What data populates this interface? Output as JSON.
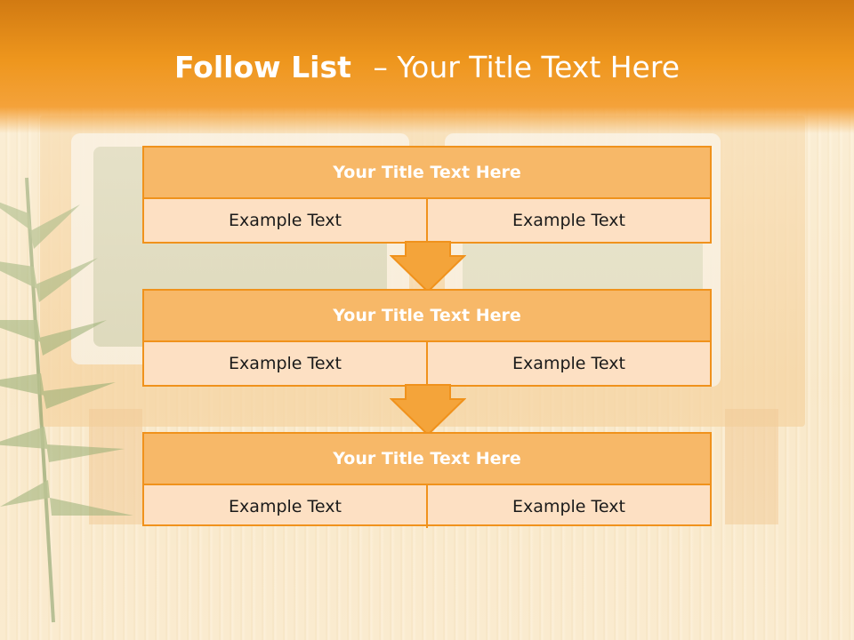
{
  "slide": {
    "title_bold": "Follow List",
    "title_rest": "– Your Title Text Here"
  },
  "blocks": [
    {
      "title": "Your Title Text Here",
      "left": "Example Text",
      "right": "Example Text"
    },
    {
      "title": "Your Title Text Here",
      "left": "Example Text",
      "right": "Example Text"
    },
    {
      "title": "Your Title Text Here",
      "left": "Example Text",
      "right": "Example Text"
    }
  ],
  "colors": {
    "accent": "#f0921c",
    "header_fill": "#f7b868",
    "cell_fill": "#fde0c3",
    "header_band": "#ee961d"
  },
  "icons": {
    "arrow": "down-arrow-icon"
  }
}
